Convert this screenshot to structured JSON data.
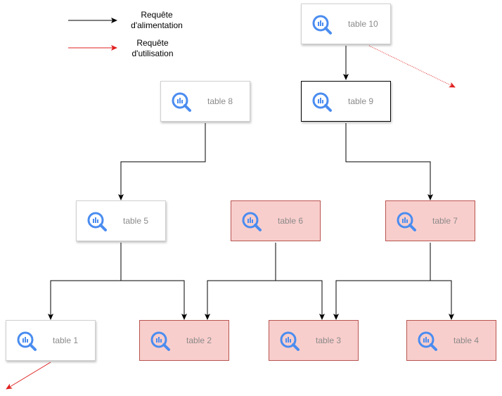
{
  "legend": {
    "feed_label_line1": "Requête",
    "feed_label_line2": "d'alimentation",
    "use_label_line1": "Requête",
    "use_label_line2": "d'utilisation",
    "feed_color": "#000000",
    "use_color": "#e02020"
  },
  "nodes": {
    "table1": {
      "label": "table 1",
      "style": "normal",
      "icon": "bigquery-icon"
    },
    "table2": {
      "label": "table 2",
      "style": "highlighted-red",
      "icon": "bigquery-icon"
    },
    "table3": {
      "label": "table 3",
      "style": "highlighted-red",
      "icon": "bigquery-icon"
    },
    "table4": {
      "label": "table 4",
      "style": "highlighted-red",
      "icon": "bigquery-icon"
    },
    "table5": {
      "label": "table 5",
      "style": "normal",
      "icon": "bigquery-icon"
    },
    "table6": {
      "label": "table 6",
      "style": "highlighted-red",
      "icon": "bigquery-icon"
    },
    "table7": {
      "label": "table 7",
      "style": "highlighted-red",
      "icon": "bigquery-icon"
    },
    "table8": {
      "label": "table 8",
      "style": "normal",
      "icon": "bigquery-icon"
    },
    "table9": {
      "label": "table 9",
      "style": "selected",
      "icon": "bigquery-icon"
    },
    "table10": {
      "label": "table 10",
      "style": "normal",
      "icon": "bigquery-icon"
    }
  },
  "edges": [
    {
      "from": "table10",
      "to": "table9",
      "type": "feed"
    },
    {
      "from": "table8",
      "to": "table5",
      "type": "feed"
    },
    {
      "from": "table9",
      "to": "table7",
      "type": "feed"
    },
    {
      "from": "table5",
      "to": "table1",
      "type": "feed"
    },
    {
      "from": "table5",
      "to": "table2",
      "type": "feed"
    },
    {
      "from": "table6",
      "to": "table2",
      "type": "feed"
    },
    {
      "from": "table6",
      "to": "table3",
      "type": "feed"
    },
    {
      "from": "table7",
      "to": "table3",
      "type": "feed"
    },
    {
      "from": "table7",
      "to": "table4",
      "type": "feed"
    },
    {
      "from": "table10",
      "to": "external",
      "type": "use"
    },
    {
      "from": "table1",
      "to": "external",
      "type": "use"
    }
  ]
}
